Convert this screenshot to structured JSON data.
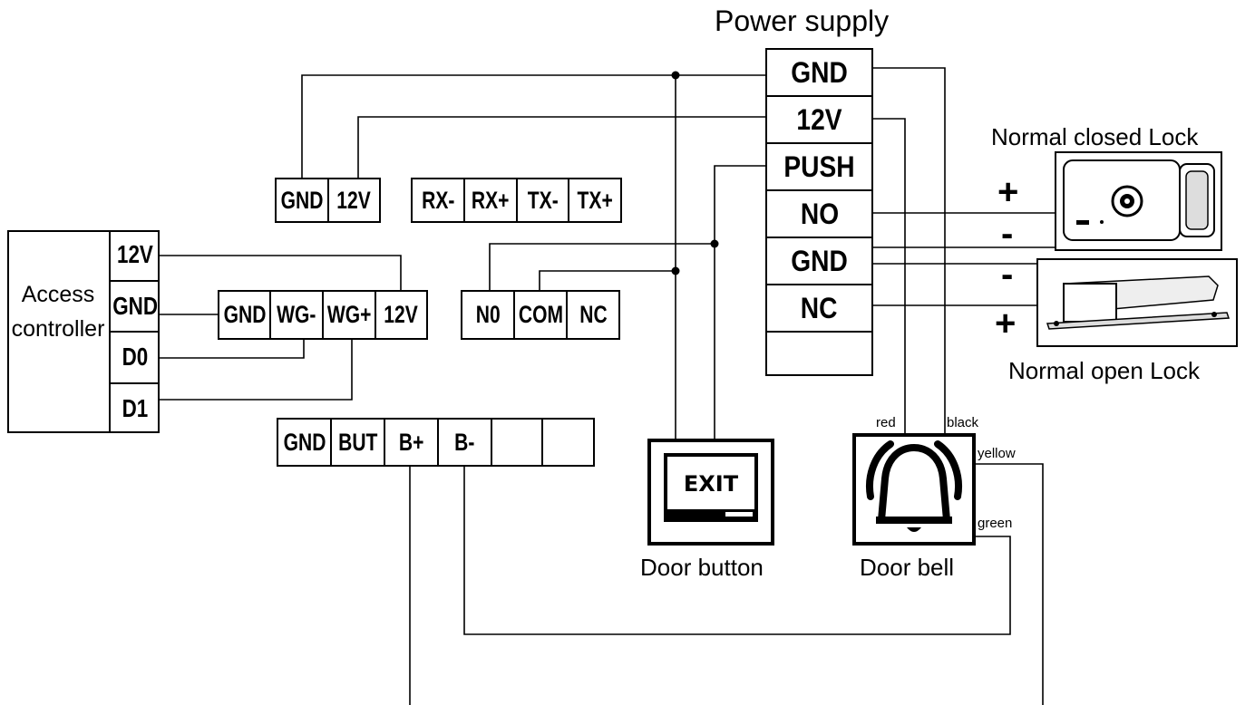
{
  "title": "Power supply",
  "power_supply": {
    "terminals": [
      "GND",
      "12V",
      "PUSH",
      "NO",
      "GND",
      "NC",
      ""
    ]
  },
  "access_controller": {
    "label_line1": "Access",
    "label_line2": "controller",
    "pins": [
      "12V",
      "GND",
      "D0",
      "D1"
    ]
  },
  "terminal_blocks": {
    "power": [
      "GND",
      "12V"
    ],
    "rs485": [
      "RX-",
      "RX+",
      "TX-",
      "TX+"
    ],
    "wiegand": [
      "GND",
      "WG-",
      "WG+",
      "12V"
    ],
    "relay": [
      "N0",
      "COM",
      "NC"
    ],
    "button": [
      "GND",
      "BUT",
      "B+",
      "B-",
      "",
      ""
    ]
  },
  "devices": {
    "nc_lock": {
      "label": "Normal closed Lock",
      "plus": "+",
      "minus": "-"
    },
    "no_lock": {
      "label": "Normal open Lock",
      "plus": "+",
      "minus": "-"
    },
    "door_button": {
      "label": "Door button",
      "screen_text": "EXIT"
    },
    "door_bell": {
      "label": "Door bell"
    }
  },
  "wire_colors": {
    "red": "red",
    "black": "black",
    "yellow": "yellow",
    "green": "green"
  }
}
